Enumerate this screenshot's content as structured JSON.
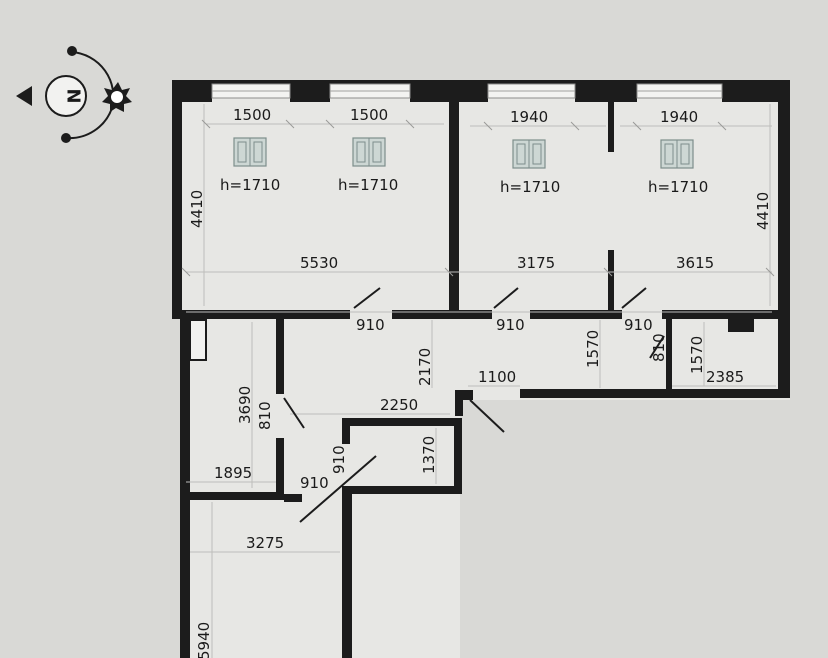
{
  "compass": {
    "label": "N",
    "icon": "compass-north-icon",
    "sun_icon": "sun-icon"
  },
  "dimensions": {
    "win1_width": "1500",
    "win2_width": "1500",
    "win3_width": "1940",
    "win4_width": "1940",
    "win1_height": "h=1710",
    "win2_height": "h=1710",
    "win3_height": "h=1710",
    "win4_height": "h=1710",
    "room_left_depth": "4410",
    "room_right_depth": "4410",
    "room1_width": "5530",
    "room2_width": "3175",
    "room3_width": "3615",
    "door1": "910",
    "door2": "910",
    "door3": "910",
    "hall_height": "2170",
    "hall_width_1100": "1100",
    "side_1570": "1570",
    "bath_810": "810",
    "bath_1570": "1570",
    "bath_2385": "2385",
    "left_room_3690": "3690",
    "left_door_810": "810",
    "width_2250": "2250",
    "height_1370": "1370",
    "left_room_1895": "1895",
    "door_910_a": "910",
    "door_910_b": "910",
    "bottom_3275": "3275",
    "bottom_5940": "5940"
  },
  "colors": {
    "wall": "#1c1c1c",
    "paper": "#e7e7e4",
    "background": "#d9d9d6"
  }
}
